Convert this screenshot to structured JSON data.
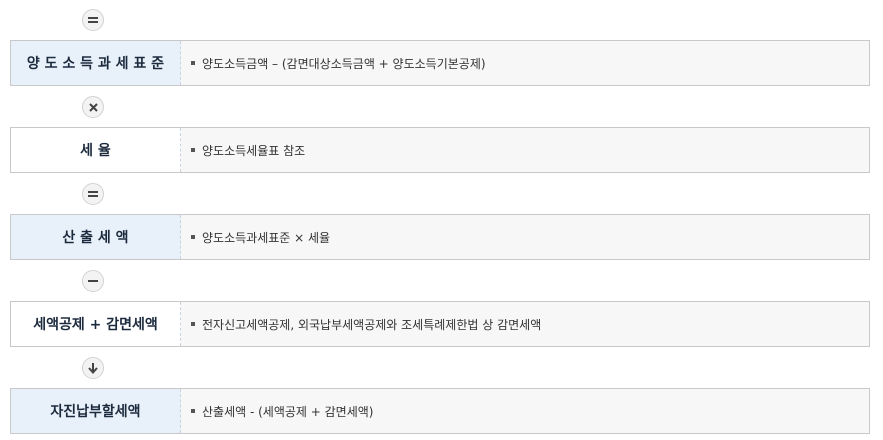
{
  "rows": [
    {
      "label": "양 도 소 득 과 세 표 준",
      "desc": "양도소득금액 – (감면대상소득금액 + 양도소득기본공제)"
    },
    {
      "label": "세 율",
      "desc": "양도소득세율표 참조"
    },
    {
      "label": "산 출 세 액",
      "desc": "양도소득과세표준 × 세율"
    },
    {
      "label": "세액공제 + 감면세액",
      "desc": "전자신고세액공제, 외국납부세액공제와 조세특례제한법 상 감면세액"
    },
    {
      "label": "자진납부할세액",
      "desc": "산출세액 - (세액공제 + 감면세액)"
    }
  ],
  "operators": [
    "equals-icon",
    "times-icon",
    "equals-icon",
    "minus-icon",
    "arrow-down-icon"
  ]
}
